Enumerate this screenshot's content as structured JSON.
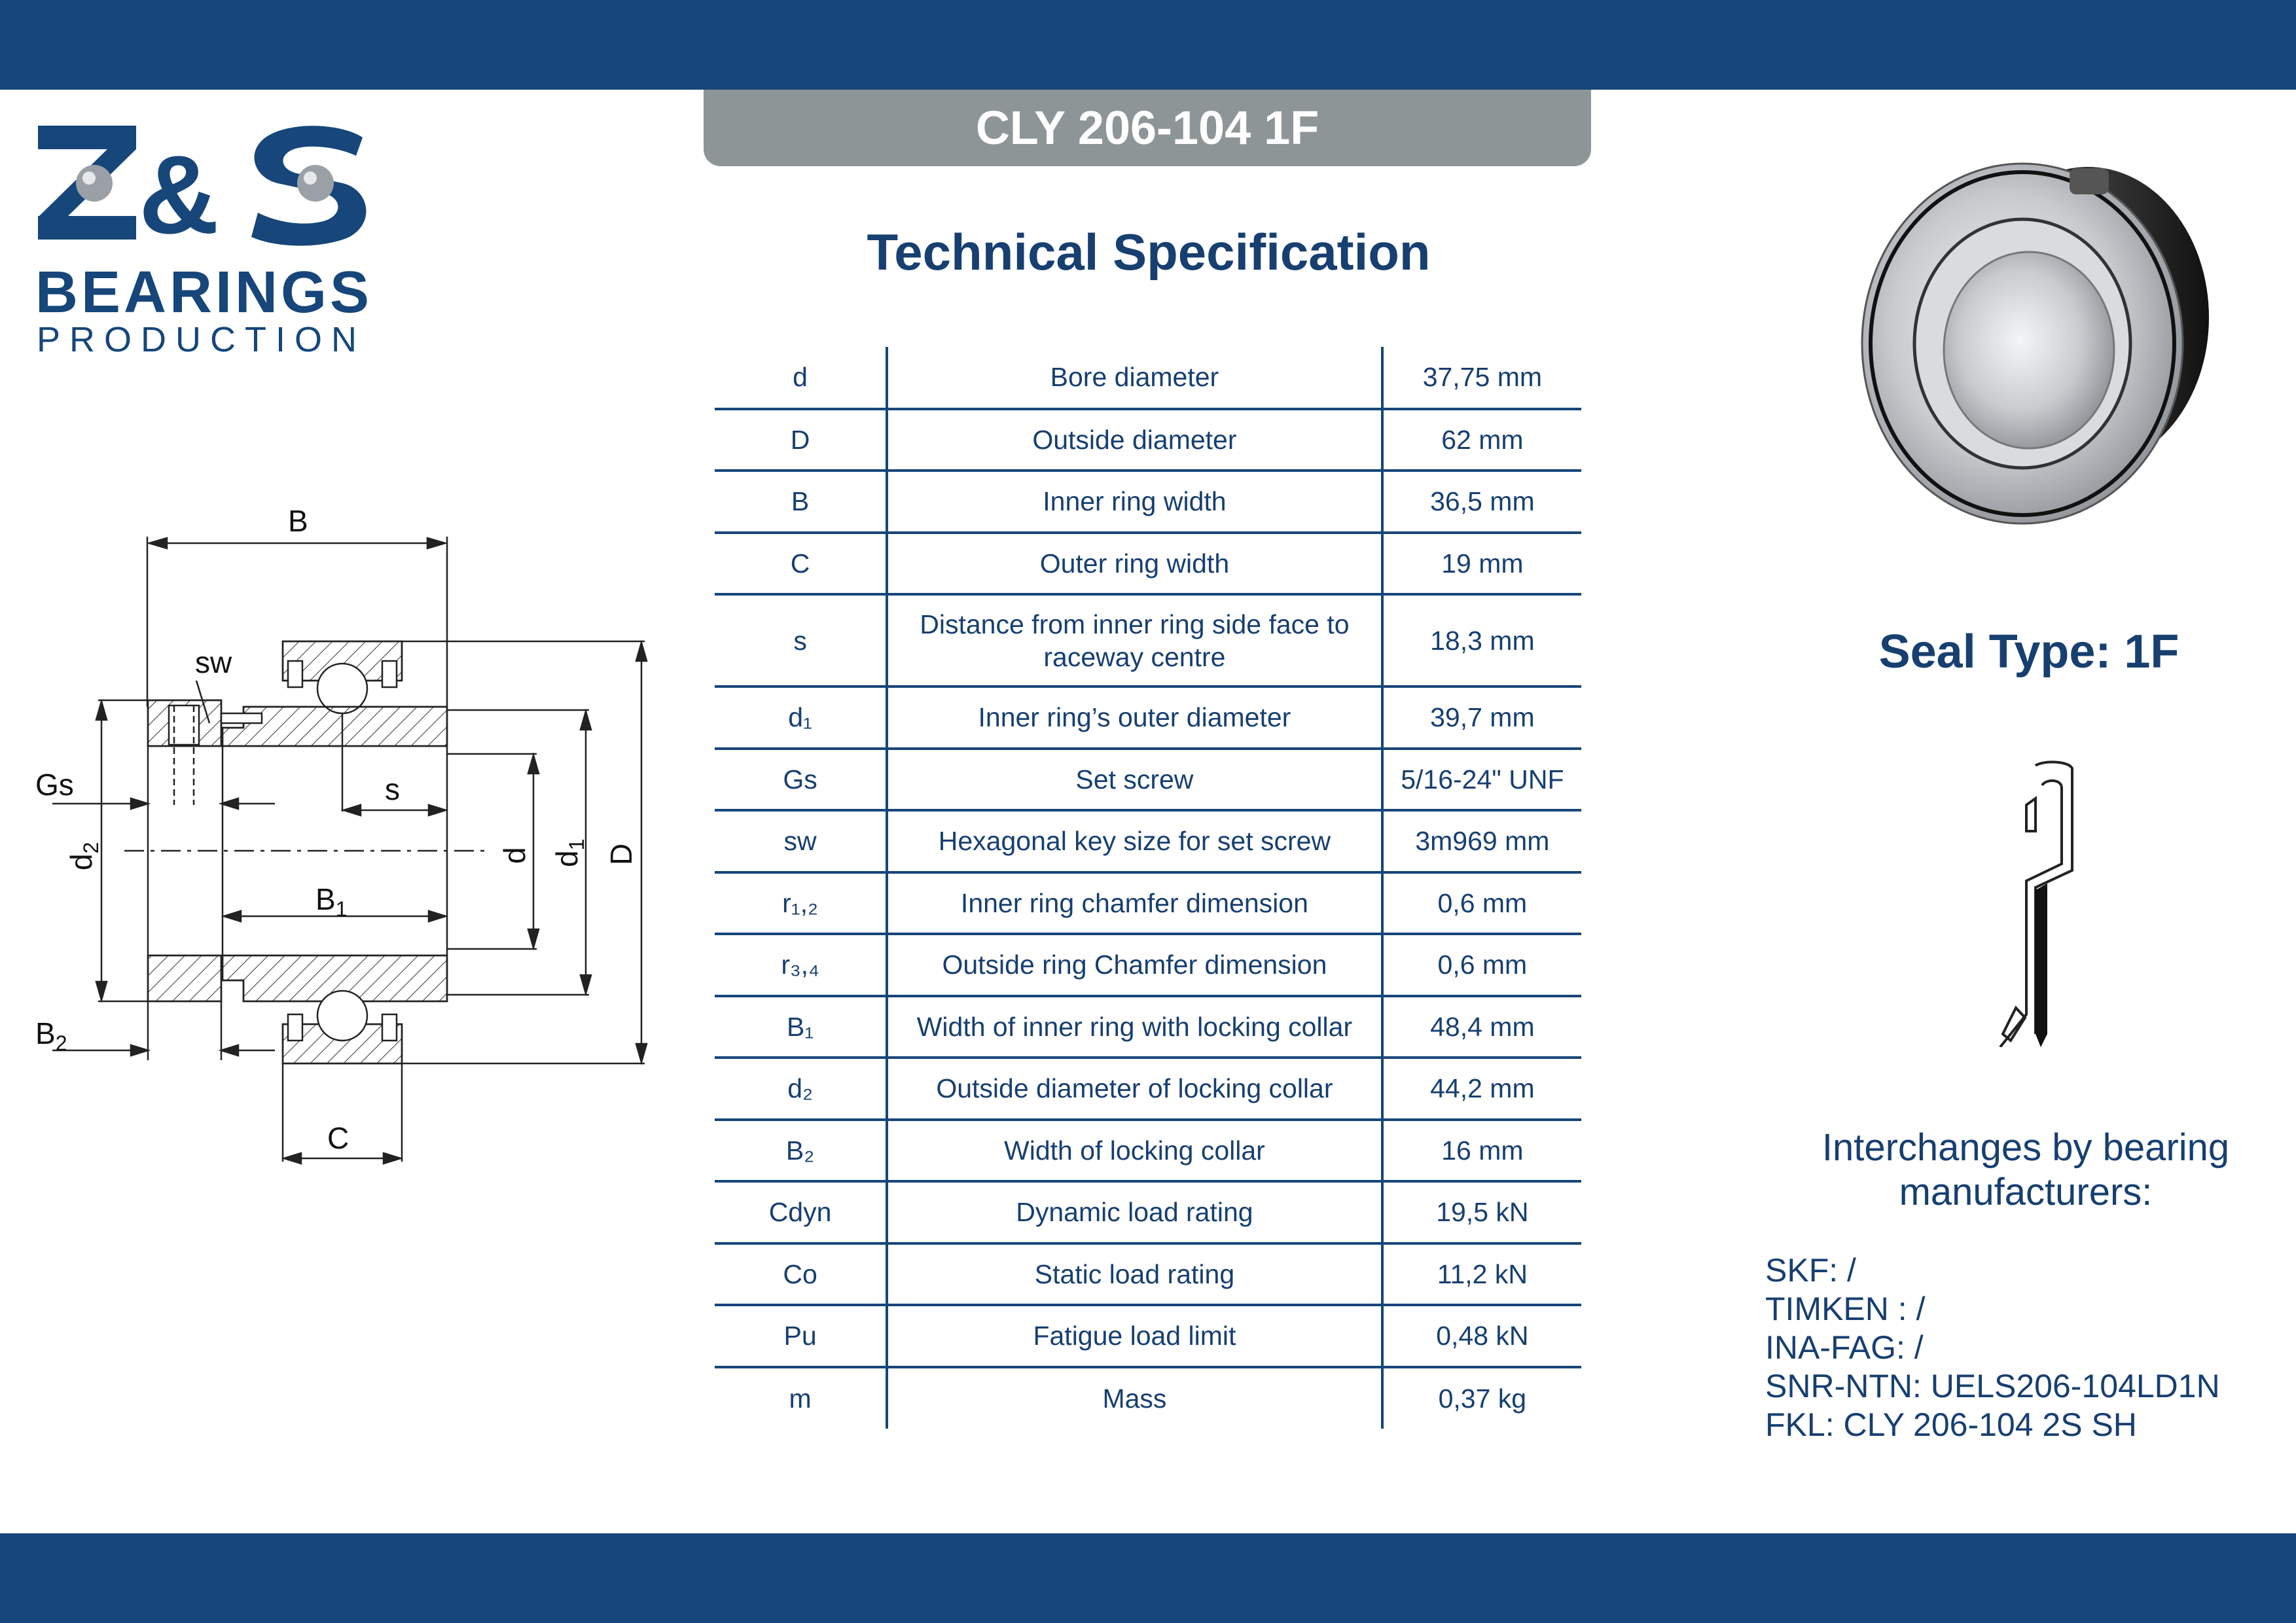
{
  "header": {
    "product_code": "CLY 206-104 1F"
  },
  "logo": {
    "brand": "Z&S",
    "line1": "BEARINGS",
    "line2": "PRODUCTION"
  },
  "section_title": "Technical Specification",
  "drawing_labels": {
    "B": "B",
    "sw": "sw",
    "Gs": "Gs",
    "s": "s",
    "d2": "d",
    "d2_sub": "2",
    "d": "d",
    "d1": "d",
    "d1_sub": "1",
    "D": "D",
    "B1": "B",
    "B1_sub": "1",
    "B2": "B",
    "B2_sub": "2",
    "C": "C"
  },
  "spec_table": [
    {
      "symbol": "d",
      "description": "Bore diameter",
      "value": "37,75 mm"
    },
    {
      "symbol": "D",
      "description": "Outside diameter",
      "value": "62 mm"
    },
    {
      "symbol": "B",
      "description": "Inner ring width",
      "value": "36,5 mm"
    },
    {
      "symbol": "C",
      "description": "Outer ring width",
      "value": "19 mm"
    },
    {
      "symbol": "s",
      "description": "Distance from inner ring side face to raceway centre",
      "value": "18,3 mm"
    },
    {
      "symbol": "d₁",
      "description": "Inner ring’s outer diameter",
      "value": "39,7 mm"
    },
    {
      "symbol": "Gs",
      "description": "Set screw",
      "value": "5/16-24\" UNF"
    },
    {
      "symbol": "sw",
      "description": "Hexagonal key size for set screw",
      "value": "3m969 mm"
    },
    {
      "symbol": "r₁,₂",
      "description": "Inner ring chamfer dimension",
      "value": "0,6 mm"
    },
    {
      "symbol": "r₃,₄",
      "description": "Outside ring Chamfer dimension",
      "value": "0,6 mm"
    },
    {
      "symbol": "B₁",
      "description": "Width of inner ring with locking collar",
      "value": "48,4 mm"
    },
    {
      "symbol": "d₂",
      "description": "Outside diameter of locking collar",
      "value": "44,2 mm"
    },
    {
      "symbol": "B₂",
      "description": "Width  of locking collar",
      "value": "16 mm"
    },
    {
      "symbol": "Cdyn",
      "description": "Dynamic load rating",
      "value": "19,5 kN"
    },
    {
      "symbol": "Co",
      "description": "Static load rating",
      "value": "11,2 kN"
    },
    {
      "symbol": "Pu",
      "description": "Fatigue load limit",
      "value": "0,48 kN"
    },
    {
      "symbol": "m",
      "description": "Mass",
      "value": "0,37 kg"
    }
  ],
  "seal": {
    "title": "Seal Type: 1F"
  },
  "interchanges": {
    "title_line1": "Interchanges by bearing",
    "title_line2": "manufacturers:",
    "items": [
      "SKF: /",
      "TIMKEN : /",
      "INA-FAG: /",
      "SNR-NTN: UELS206-104LD1N",
      "FKL: CLY 206-104 2S SH"
    ]
  },
  "colors": {
    "brand_blue": "#16467a",
    "text_blue": "#173f70",
    "title_gray": "#8e9597"
  }
}
